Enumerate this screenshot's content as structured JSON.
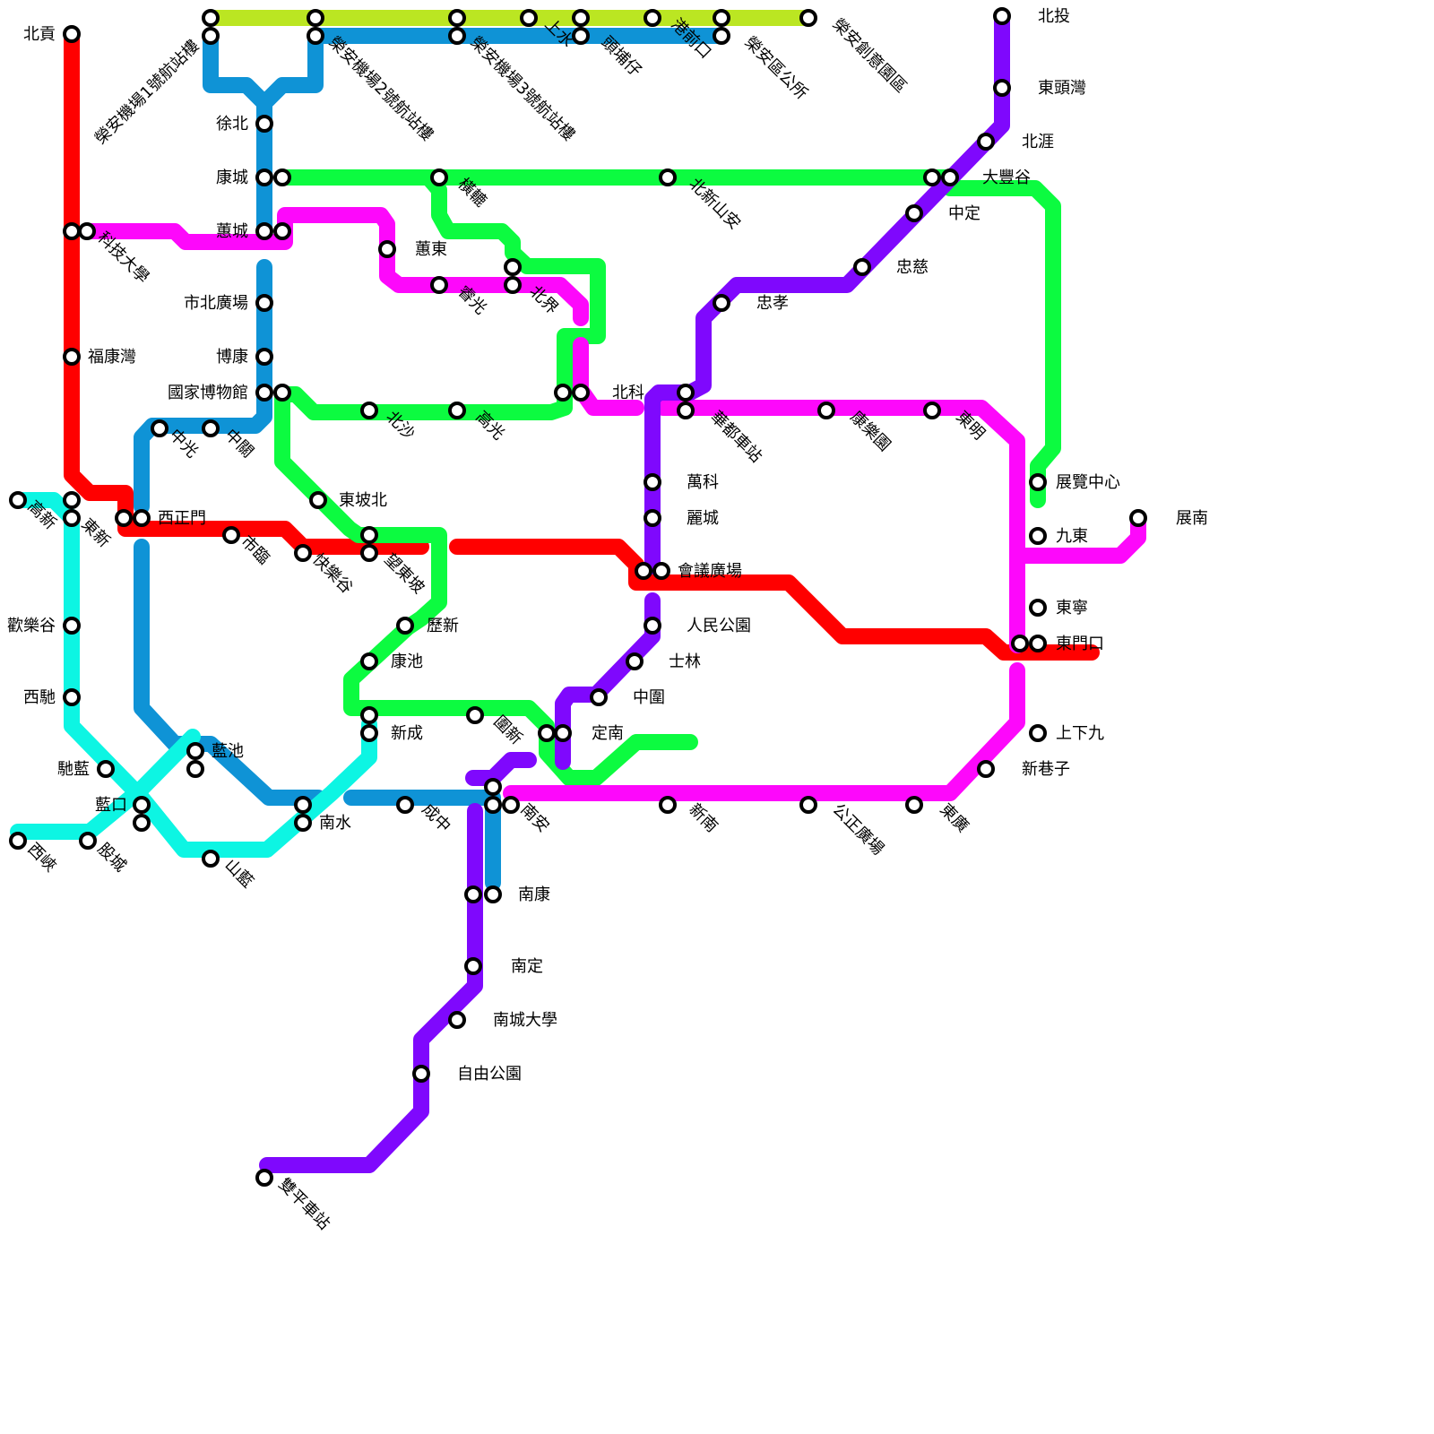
{
  "lines": [
    {
      "id": "red",
      "color": "#ff0000"
    },
    {
      "id": "airport",
      "color": "#bbe622"
    },
    {
      "id": "blue",
      "color": "#0f93d6"
    },
    {
      "id": "green",
      "color": "#0cfb40"
    },
    {
      "id": "magenta",
      "color": "#fd08fb"
    },
    {
      "id": "purple",
      "color": "#7f08fd"
    },
    {
      "id": "cyan",
      "color": "#0df5e3"
    }
  ],
  "stations": [
    {
      "id": "beigong",
      "name": "北貢"
    },
    {
      "id": "keji",
      "name": "科技大學"
    },
    {
      "id": "fukangwan",
      "name": "福康灣"
    },
    {
      "id": "gaoxin",
      "name": "高新"
    },
    {
      "id": "dongxin",
      "name": "東新"
    },
    {
      "id": "xizhengmen",
      "name": "西正門"
    },
    {
      "id": "shilin_r",
      "name": "市臨"
    },
    {
      "id": "kuailegu",
      "name": "快樂谷"
    },
    {
      "id": "wangdongpo",
      "name": "望東坡"
    },
    {
      "id": "huileguang",
      "name": "會議廣場"
    },
    {
      "id": "dongmenkou",
      "name": "東門口"
    },
    {
      "id": "terminal1",
      "name": "榮安機場1號航站樓"
    },
    {
      "id": "terminal2",
      "name": "榮安機場2號航站樓"
    },
    {
      "id": "terminal3",
      "name": "榮安機場3號航站樓"
    },
    {
      "id": "shangshui",
      "name": "上水"
    },
    {
      "id": "toupuzai",
      "name": "頭埔仔"
    },
    {
      "id": "gangqiankou",
      "name": "港前口"
    },
    {
      "id": "rongan_gongsuo",
      "name": "榮安區公所"
    },
    {
      "id": "rongan_chuangyi",
      "name": "榮安創意園區"
    },
    {
      "id": "xubei",
      "name": "徐北"
    },
    {
      "id": "kangcheng",
      "name": "康城"
    },
    {
      "id": "huicheng",
      "name": "蕙城"
    },
    {
      "id": "shibei",
      "name": "市北廣場"
    },
    {
      "id": "bokang",
      "name": "博康"
    },
    {
      "id": "museum",
      "name": "國家博物館"
    },
    {
      "id": "zhongguang",
      "name": "中光"
    },
    {
      "id": "zhongguan",
      "name": "中關"
    },
    {
      "id": "lanchi",
      "name": "藍池"
    },
    {
      "id": "nanshui",
      "name": "南水"
    },
    {
      "id": "chengzhong",
      "name": "成中"
    },
    {
      "id": "nankang",
      "name": "南康"
    },
    {
      "id": "henglu",
      "name": "橫轆"
    },
    {
      "id": "beixinshanan",
      "name": "北新山安"
    },
    {
      "id": "dafenggu",
      "name": "大豐谷"
    },
    {
      "id": "zhanlan",
      "name": "展覽中心"
    },
    {
      "id": "beikuo",
      "name": "北界"
    },
    {
      "id": "beike",
      "name": "北科"
    },
    {
      "id": "beisha",
      "name": "北沙"
    },
    {
      "id": "gaoguang",
      "name": "高光"
    },
    {
      "id": "dongpobei",
      "name": "東坡北"
    },
    {
      "id": "lixin",
      "name": "歷新"
    },
    {
      "id": "kangchi",
      "name": "康池"
    },
    {
      "id": "xincheng",
      "name": "新成"
    },
    {
      "id": "yuanxin",
      "name": "圍新"
    },
    {
      "id": "dingnan",
      "name": "定南"
    },
    {
      "id": "huidong",
      "name": "蕙東"
    },
    {
      "id": "ruiguang",
      "name": "睿光"
    },
    {
      "id": "huadu",
      "name": "華都車站"
    },
    {
      "id": "kangleyuan",
      "name": "康樂園"
    },
    {
      "id": "dongming",
      "name": "東明"
    },
    {
      "id": "jiudong",
      "name": "九東"
    },
    {
      "id": "zhannan",
      "name": "展南"
    },
    {
      "id": "dongning",
      "name": "東寧"
    },
    {
      "id": "shangxiajiu",
      "name": "上下九"
    },
    {
      "id": "xinxiangzi",
      "name": "新巷子"
    },
    {
      "id": "donguang",
      "name": "東廣"
    },
    {
      "id": "gongzheng",
      "name": "公正廣場"
    },
    {
      "id": "xinnan",
      "name": "新南"
    },
    {
      "id": "nanan",
      "name": "南安"
    },
    {
      "id": "beitou",
      "name": "北投"
    },
    {
      "id": "dongtouwan",
      "name": "東頭灣"
    },
    {
      "id": "beiya",
      "name": "北涯"
    },
    {
      "id": "zhongding",
      "name": "中定"
    },
    {
      "id": "zhongci",
      "name": "忠慈"
    },
    {
      "id": "zhongxiao",
      "name": "忠孝"
    },
    {
      "id": "wanke",
      "name": "萬科"
    },
    {
      "id": "licheng",
      "name": "麗城"
    },
    {
      "id": "renmin",
      "name": "人民公園"
    },
    {
      "id": "shilin_p",
      "name": "士林"
    },
    {
      "id": "zhongwei",
      "name": "中圍"
    },
    {
      "id": "nanding",
      "name": "南定"
    },
    {
      "id": "nancheng",
      "name": "南城大學"
    },
    {
      "id": "ziyou",
      "name": "自由公園"
    },
    {
      "id": "shuangping",
      "name": "雙平車站"
    },
    {
      "id": "huanlegu",
      "name": "歡樂谷"
    },
    {
      "id": "xichi",
      "name": "西馳"
    },
    {
      "id": "chilan",
      "name": "馳藍"
    },
    {
      "id": "lankou",
      "name": "藍口"
    },
    {
      "id": "xixia",
      "name": "西峽"
    },
    {
      "id": "gucheng",
      "name": "股城"
    },
    {
      "id": "shanlan",
      "name": "山藍"
    }
  ],
  "interchange_marks": "·"
}
